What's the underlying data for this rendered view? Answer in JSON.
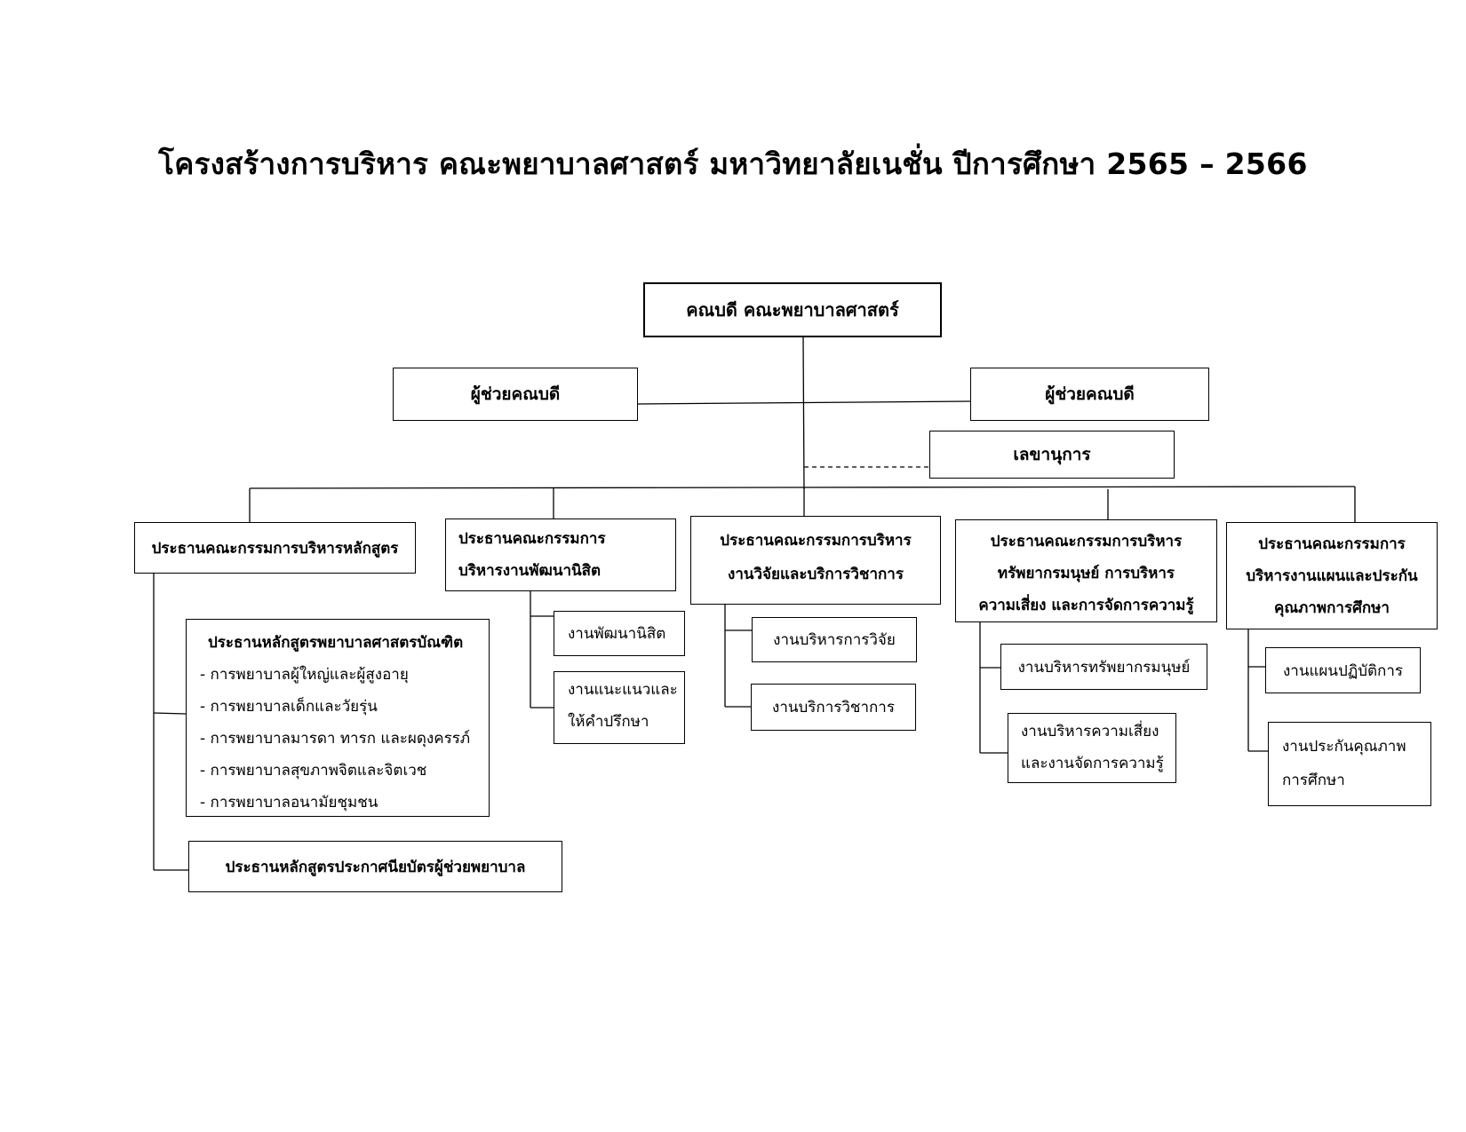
{
  "title": "โครงสร้างการบริหาร คณะพยาบาลศาสตร์ มหาวิทยาลัยเนชั่น ปีการศึกษา 2565 – 2566",
  "dean": "คณบดี คณะพยาบาลศาสตร์",
  "assistant_left": "ผู้ช่วยคณบดี",
  "assistant_right": "ผู้ช่วยคณบดี",
  "secretary": "เลขานุการ",
  "chairs": [
    {
      "lines": [
        "ประธานคณะกรรมการบริหารหลักสูตร"
      ]
    },
    {
      "lines": [
        "ประธานคณะกรรมการ",
        "บริหารงานพัฒนานิสิต"
      ]
    },
    {
      "lines": [
        "ประธานคณะกรรมการบริหาร",
        "งานวิจัยและบริการวิชาการ"
      ]
    },
    {
      "lines": [
        "ประธานคณะกรรมการบริหาร",
        "ทรัพยากรมนุษย์ การบริหาร",
        "ความเสี่ยง และการจัดการความรู้"
      ]
    },
    {
      "lines": [
        "ประธานคณะกรรมการ",
        "บริหารงานแผนและประกัน",
        "คุณภาพการศึกษา"
      ]
    }
  ],
  "curriculum": {
    "title": "ประธานหลักสูตรพยาบาลศาสตรบัณฑิต",
    "items": [
      "- การพยาบาลผู้ใหญ่และผู้สูงอายุ",
      "- การพยาบาลเด็กและวัยรุ่น",
      "- การพยาบาลมารดา ทารก และผดุงครรภ์",
      "- การพยาบาลสุขภาพจิตและจิตเวช",
      "- การพยาบาลอนามัยชุมชน"
    ]
  },
  "certificate": "ประธานหลักสูตรประกาศนียบัตรผู้ช่วยพยาบาล",
  "student_units": [
    {
      "lines": [
        "งานพัฒนานิสิต"
      ]
    },
    {
      "lines": [
        "งานแนะแนวและ",
        "ให้คำปรึกษา"
      ]
    }
  ],
  "research_units": [
    {
      "lines": [
        "งานบริหารการวิจัย"
      ]
    },
    {
      "lines": [
        "งานบริการวิชาการ"
      ]
    }
  ],
  "hr_units": [
    {
      "lines": [
        "งานบริหารทรัพยากรมนุษย์"
      ]
    },
    {
      "lines": [
        "งานบริหารความเสี่ยง",
        "และงานจัดการความรู้"
      ]
    }
  ],
  "plan_units": [
    {
      "lines": [
        "งานแผนปฏิบัติการ"
      ]
    },
    {
      "lines": [
        "งานประกันคุณภาพ",
        "การศึกษา"
      ]
    }
  ]
}
